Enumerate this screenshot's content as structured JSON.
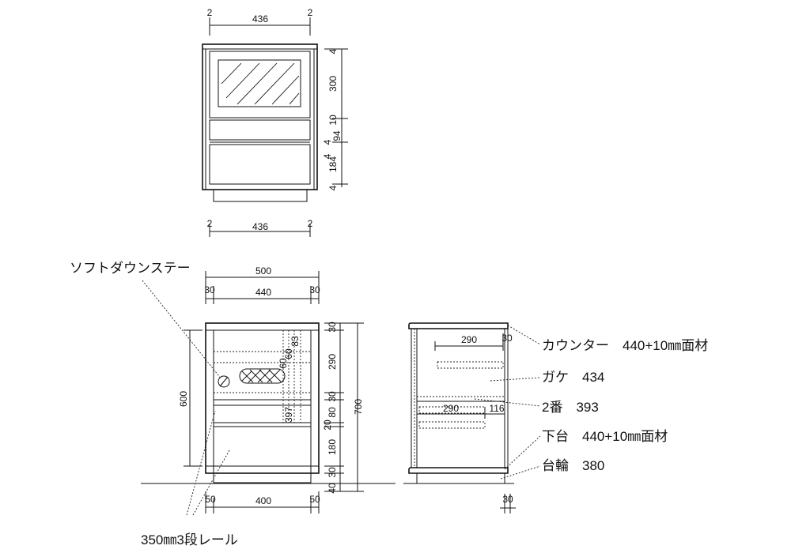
{
  "front_elevation": {
    "top_dims": [
      "2",
      "436",
      "2"
    ],
    "bottom_dims": [
      "2",
      "436",
      "2"
    ],
    "right_dims": [
      "4",
      "300",
      "10",
      "4",
      "94",
      "4",
      "184",
      "4"
    ]
  },
  "section_view": {
    "top_dims": {
      "total": "500",
      "left": "30",
      "inner": "440",
      "right": "30"
    },
    "left_dim": "600",
    "inner_dims": [
      "60",
      "60",
      "83",
      "397"
    ],
    "right_dims": [
      "30",
      "290",
      "30",
      "80",
      "20",
      "180",
      "30",
      "40"
    ],
    "overall_height": "700",
    "bottom_dims": [
      "50",
      "400",
      "50"
    ]
  },
  "side_view": {
    "dims": [
      "290",
      "30",
      "290",
      "116"
    ],
    "bottom_dim": "30"
  },
  "callouts": [
    {
      "id": "soft-down-stay",
      "text": "ソフトダウンステー"
    },
    {
      "id": "counter",
      "text": "カウンター　440+10㎜面材"
    },
    {
      "id": "gake",
      "text": "ガケ　434"
    },
    {
      "id": "shelf-2",
      "text": "2番　393"
    },
    {
      "id": "lower-base",
      "text": "下台　440+10㎜面材"
    },
    {
      "id": "plinth",
      "text": "台輪　380"
    },
    {
      "id": "rail",
      "text": "350㎜3段レール"
    }
  ]
}
